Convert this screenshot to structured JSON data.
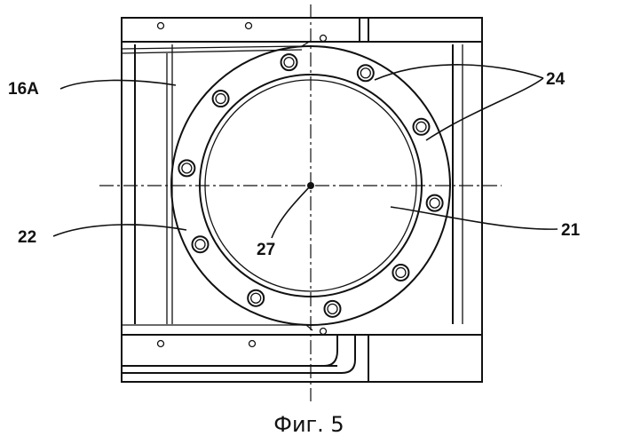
{
  "labels": {
    "l16a": "16A",
    "l24": "24",
    "l22": "22",
    "l27": "27",
    "l21": "21"
  },
  "caption": "Фиг. 5"
}
